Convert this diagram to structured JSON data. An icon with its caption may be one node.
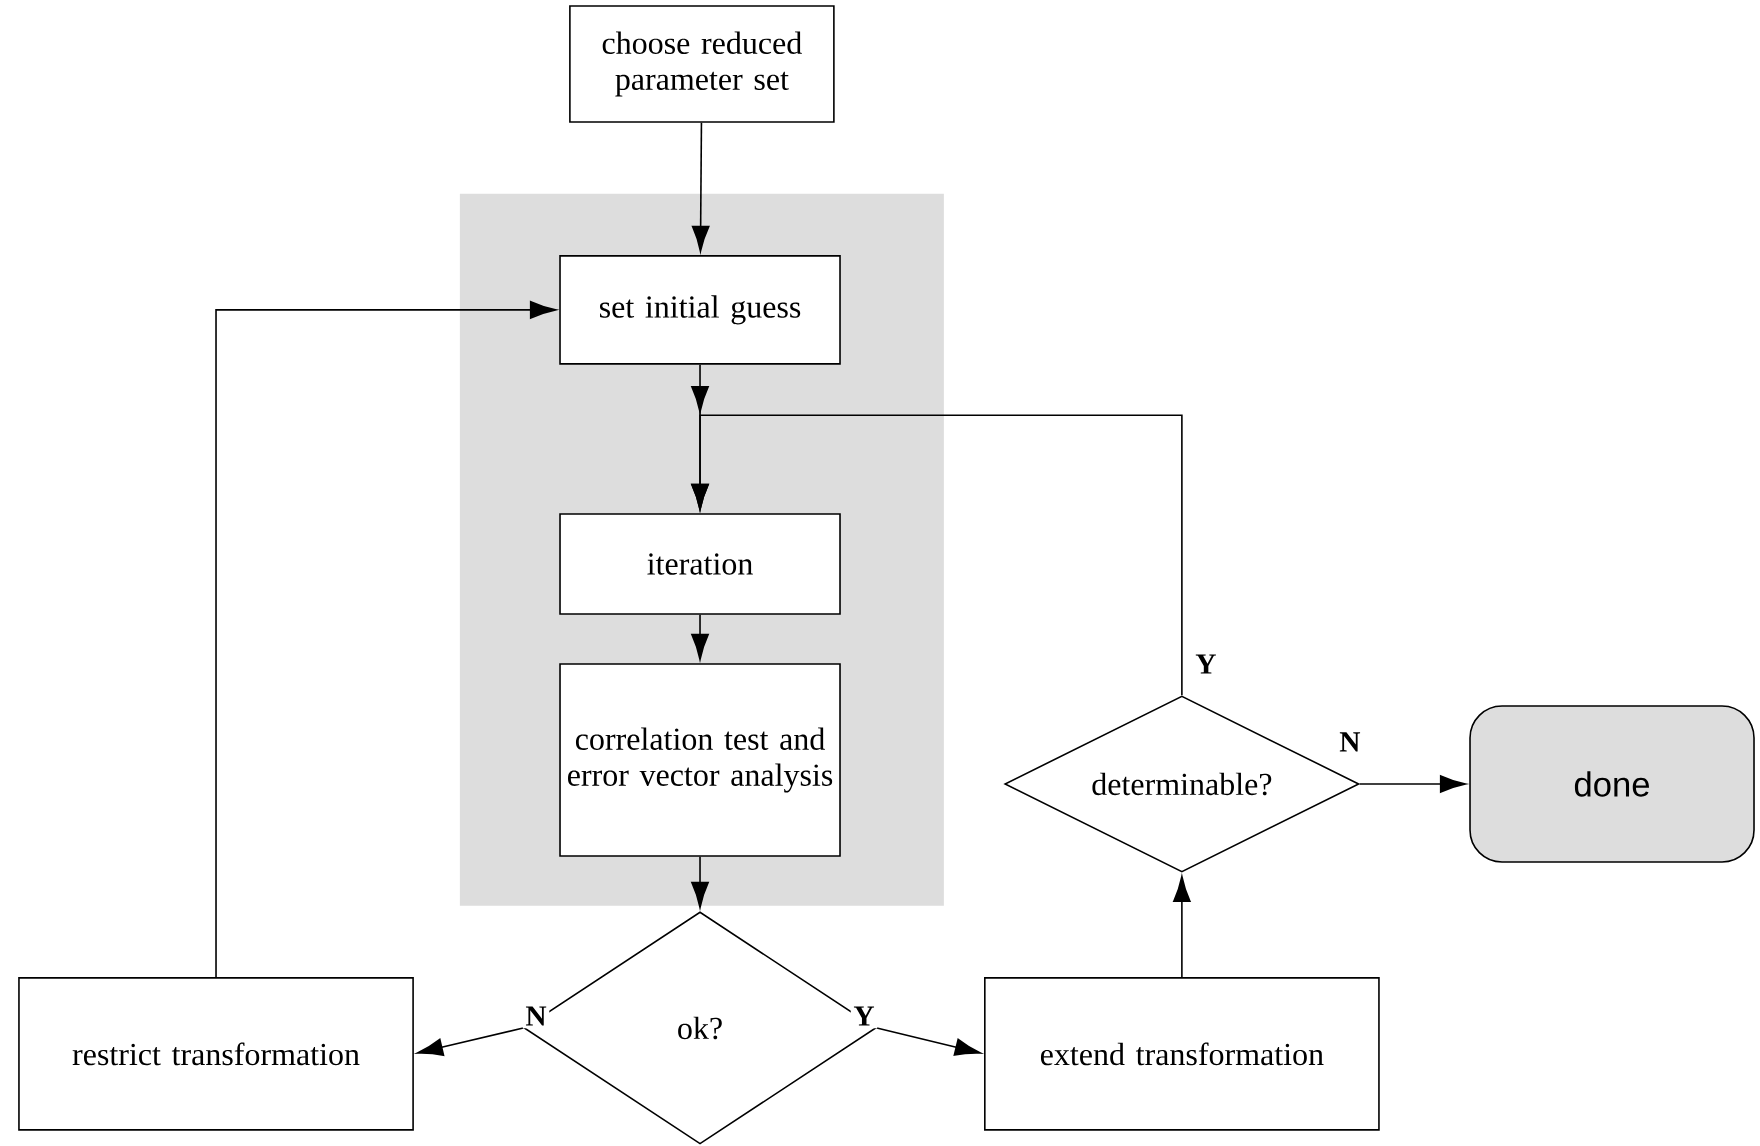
{
  "diagram": {
    "nodes": [
      {
        "text": [
          "choose reduced parameter set"
        ]
      },
      {
        "text": [],
        "shape": "box"
      },
      {
        "text": [
          "set initial guess"
        ],
        "in": 1
      },
      {
        "text": [
          "iteration"
        ],
        "in": 1
      },
      {
        "text": [
          "correlation test and error vector analysis"
        ],
        "in": 1
      },
      {
        "text": [
          "ok?"
        ]
      },
      {
        "text": [
          "restrict transformation"
        ]
      },
      {
        "text": [
          "extend transformation"
        ]
      },
      {
        "text": [
          "determinable?"
        ]
      },
      {
        "text": [
          "done"
        ]
      }
    ],
    "edges": [
      {
        "from": 0,
        "to": 2,
        "arrow": "to"
      },
      {
        "from": 2,
        "to": 3,
        "arrow": "to"
      },
      {
        "from": 3,
        "to": 4,
        "arrow": "to"
      },
      {
        "from": 4,
        "to": 5,
        "arrow": "to"
      },
      {
        "from": 5,
        "to": 6,
        "arrow": "to",
        "label": "N"
      },
      {
        "from": 5,
        "to": 7,
        "arrow": "to",
        "label": "Y"
      },
      {
        "from": 7,
        "to": 8,
        "arrow": "to"
      },
      {
        "from": 8,
        "to": 9,
        "arrow": "to",
        "label": "N"
      },
      {
        "from": 8,
        "to": 3,
        "arrow": "to",
        "label": "Y"
      },
      {
        "from": 6,
        "to": 2,
        "arrow": "to"
      }
    ]
  }
}
